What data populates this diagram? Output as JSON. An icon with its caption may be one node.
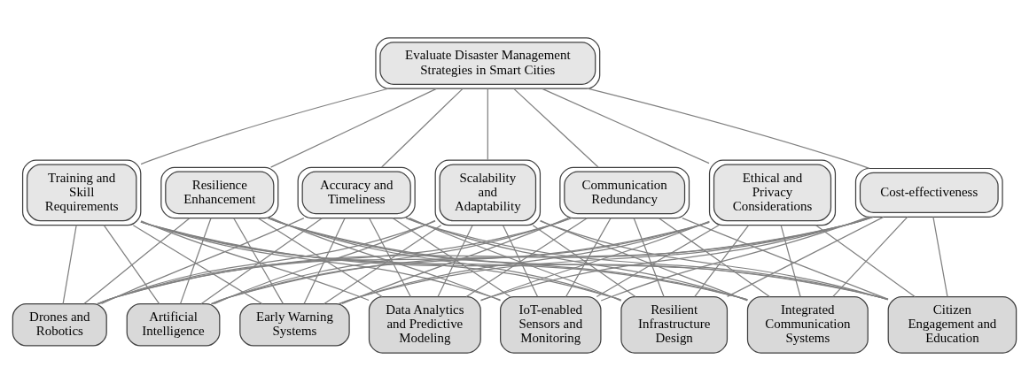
{
  "diagram": {
    "nodes": [
      {
        "text": [
          "Evaluate Disaster Management Strategies in Smart Cities"
        ]
      },
      {
        "text": [
          "Resilience Enhancement"
        ]
      },
      {
        "text": [
          "Accuracy and Timeliness"
        ]
      },
      {
        "text": [
          "Scalability and Adaptability"
        ]
      },
      {
        "text": [
          "Communication Redundancy"
        ]
      },
      {
        "text": [
          "Ethical and Privacy Considerations"
        ]
      },
      {
        "text": [
          "Cost-effectiveness"
        ]
      },
      {
        "text": [
          "Training and Skill Requirements"
        ]
      },
      {
        "text": [
          "Early Warning Systems"
        ]
      },
      {
        "text": [
          "Data Analytics and Predictive Modeling"
        ]
      },
      {
        "text": [
          "IoT-enabled Sensors and Monitoring"
        ]
      },
      {
        "text": [
          "Resilient Infrastructure Design"
        ]
      },
      {
        "text": [
          "Integrated Communication Systems"
        ]
      },
      {
        "text": [
          "Citizen Engagement and Education"
        ]
      },
      {
        "text": [
          "Drones and Robotics"
        ]
      },
      {
        "text": [
          "Artificial Intelligence"
        ]
      }
    ],
    "edges": [
      {
        "from": 0,
        "to": 1,
        "arrow": "none"
      },
      {
        "from": 0,
        "to": 2,
        "arrow": "none"
      },
      {
        "from": 0,
        "to": 3,
        "arrow": "none"
      },
      {
        "from": 0,
        "to": 4,
        "arrow": "none"
      },
      {
        "from": 0,
        "to": 5,
        "arrow": "none"
      },
      {
        "from": 0,
        "to": 6,
        "arrow": "none"
      },
      {
        "from": 0,
        "to": 7,
        "arrow": "none"
      },
      {
        "from": 1,
        "to": 8,
        "arrow": "none"
      },
      {
        "from": 1,
        "to": 9,
        "arrow": "none"
      },
      {
        "from": 1,
        "to": 10,
        "arrow": "none"
      },
      {
        "from": 1,
        "to": 11,
        "arrow": "none"
      },
      {
        "from": 1,
        "to": 12,
        "arrow": "none"
      },
      {
        "from": 1,
        "to": 13,
        "arrow": "none"
      },
      {
        "from": 1,
        "to": 14,
        "arrow": "none"
      },
      {
        "from": 1,
        "to": 15,
        "arrow": "none"
      },
      {
        "from": 2,
        "to": 8,
        "arrow": "none"
      },
      {
        "from": 2,
        "to": 9,
        "arrow": "none"
      },
      {
        "from": 2,
        "to": 10,
        "arrow": "none"
      },
      {
        "from": 2,
        "to": 11,
        "arrow": "none"
      },
      {
        "from": 2,
        "to": 12,
        "arrow": "none"
      },
      {
        "from": 2,
        "to": 13,
        "arrow": "none"
      },
      {
        "from": 2,
        "to": 14,
        "arrow": "none"
      },
      {
        "from": 2,
        "to": 15,
        "arrow": "none"
      },
      {
        "from": 3,
        "to": 8,
        "arrow": "none"
      },
      {
        "from": 3,
        "to": 9,
        "arrow": "none"
      },
      {
        "from": 3,
        "to": 10,
        "arrow": "none"
      },
      {
        "from": 3,
        "to": 11,
        "arrow": "none"
      },
      {
        "from": 3,
        "to": 12,
        "arrow": "none"
      },
      {
        "from": 3,
        "to": 13,
        "arrow": "none"
      },
      {
        "from": 3,
        "to": 14,
        "arrow": "none"
      },
      {
        "from": 3,
        "to": 15,
        "arrow": "none"
      },
      {
        "from": 4,
        "to": 8,
        "arrow": "none"
      },
      {
        "from": 4,
        "to": 9,
        "arrow": "none"
      },
      {
        "from": 4,
        "to": 10,
        "arrow": "none"
      },
      {
        "from": 4,
        "to": 11,
        "arrow": "none"
      },
      {
        "from": 4,
        "to": 12,
        "arrow": "none"
      },
      {
        "from": 4,
        "to": 13,
        "arrow": "none"
      },
      {
        "from": 4,
        "to": 14,
        "arrow": "none"
      },
      {
        "from": 4,
        "to": 15,
        "arrow": "none"
      },
      {
        "from": 5,
        "to": 8,
        "arrow": "none"
      },
      {
        "from": 5,
        "to": 9,
        "arrow": "none"
      },
      {
        "from": 5,
        "to": 10,
        "arrow": "none"
      },
      {
        "from": 5,
        "to": 11,
        "arrow": "none"
      },
      {
        "from": 5,
        "to": 12,
        "arrow": "none"
      },
      {
        "from": 5,
        "to": 13,
        "arrow": "none"
      },
      {
        "from": 5,
        "to": 14,
        "arrow": "none"
      },
      {
        "from": 5,
        "to": 15,
        "arrow": "none"
      },
      {
        "from": 6,
        "to": 8,
        "arrow": "none"
      },
      {
        "from": 6,
        "to": 9,
        "arrow": "none"
      },
      {
        "from": 6,
        "to": 10,
        "arrow": "none"
      },
      {
        "from": 6,
        "to": 11,
        "arrow": "none"
      },
      {
        "from": 6,
        "to": 12,
        "arrow": "none"
      },
      {
        "from": 6,
        "to": 13,
        "arrow": "none"
      },
      {
        "from": 6,
        "to": 14,
        "arrow": "none"
      },
      {
        "from": 6,
        "to": 15,
        "arrow": "none"
      },
      {
        "from": 7,
        "to": 8,
        "arrow": "none"
      },
      {
        "from": 7,
        "to": 9,
        "arrow": "none"
      },
      {
        "from": 7,
        "to": 10,
        "arrow": "none"
      },
      {
        "from": 7,
        "to": 11,
        "arrow": "none"
      },
      {
        "from": 7,
        "to": 12,
        "arrow": "none"
      },
      {
        "from": 7,
        "to": 13,
        "arrow": "none"
      },
      {
        "from": 7,
        "to": 14,
        "arrow": "none"
      },
      {
        "from": 7,
        "to": 15,
        "arrow": "none"
      }
    ]
  }
}
